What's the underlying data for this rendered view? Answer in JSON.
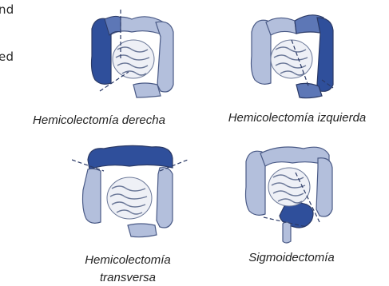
{
  "cut_text": {
    "line1": "nd",
    "line2": "ed"
  },
  "procedures": [
    {
      "caption": [
        "Hemicolectomía derecha"
      ]
    },
    {
      "caption": [
        "Hemicolectomía izquierda"
      ]
    },
    {
      "caption": [
        "Hemicolectomía",
        "transversa"
      ]
    },
    {
      "caption": [
        "Sigmoidectomía"
      ]
    }
  ],
  "colors": {
    "colon_light": "#b3bfdc",
    "colon_mid": "#8a9dcb",
    "resected": "#2f4f9b",
    "outline": "#4a5a86",
    "small_bowel": "#eef0f6",
    "cut_line": "#2b3a66"
  }
}
